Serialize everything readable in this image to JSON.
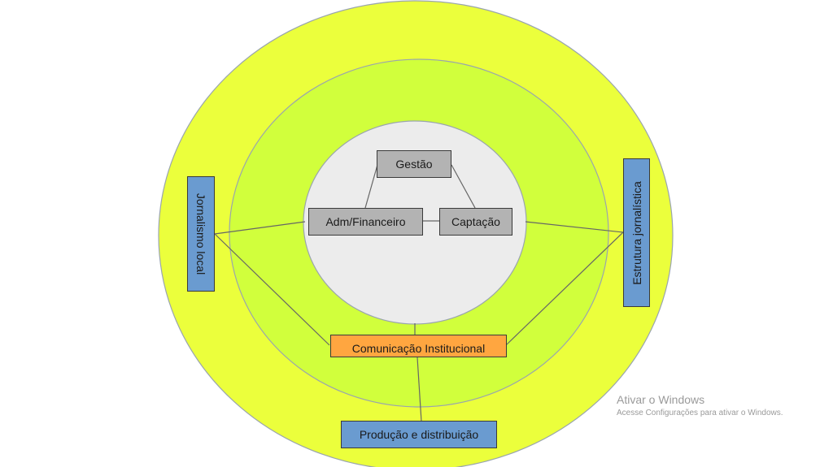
{
  "diagram": {
    "colors": {
      "outer_ring": "#ebff3c",
      "middle_ring": "#d1ff3c",
      "inner_core": "#ececec",
      "ring_stroke": "#9aa5ad",
      "connector": "#666666",
      "core_box": "#b3b3b3",
      "outer_box": "#6a9bd0",
      "highlight_box": "#ffa640"
    },
    "core_nodes": {
      "gestao": "Gestão",
      "adm_financeiro": "Adm/Financeiro",
      "captacao": "Captação"
    },
    "ring_nodes": {
      "comunicacao_institucional": "Comunicação Institucional"
    },
    "outer_nodes": {
      "jornalismo_local": "Jornalismo local",
      "estrutura_jornalistica": "Estrutura jornalística",
      "producao_distribuicao": "Produção e distribuição"
    },
    "connections": [
      [
        "gestao",
        "adm_financeiro"
      ],
      [
        "gestao",
        "captacao"
      ],
      [
        "adm_financeiro",
        "captacao"
      ],
      [
        "adm_financeiro",
        "jornalismo_local"
      ],
      [
        "captacao",
        "estrutura_jornalistica"
      ],
      [
        "jornalismo_local",
        "comunicacao_institucional"
      ],
      [
        "estrutura_jornalistica",
        "comunicacao_institucional"
      ],
      [
        "inner_core",
        "comunicacao_institucional"
      ],
      [
        "comunicacao_institucional",
        "producao_distribuicao"
      ]
    ]
  },
  "watermark": {
    "title": "Ativar o Windows",
    "subtitle": "Acesse Configurações para ativar o Windows."
  }
}
